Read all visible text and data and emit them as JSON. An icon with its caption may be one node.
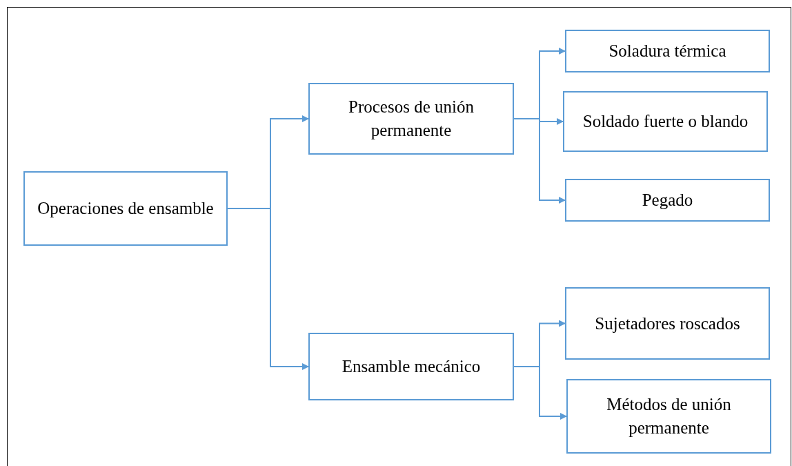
{
  "diagram": {
    "nodes": [
      {
        "text": [
          "Operaciones de ensamble"
        ]
      },
      {
        "text": [
          "Procesos de unión permanente"
        ]
      },
      {
        "text": [
          "Ensamble mecánico"
        ]
      },
      {
        "text": [
          "Soladura térmica"
        ]
      },
      {
        "text": [
          "Soldado fuerte o blando"
        ]
      },
      {
        "text": [
          "Pegado"
        ]
      },
      {
        "text": [
          "Sujetadores roscados"
        ]
      },
      {
        "text": [
          "Métodos de unión permanente"
        ]
      }
    ],
    "edges": [
      {
        "from": 0,
        "to": 1,
        "arrow": "to"
      },
      {
        "from": 0,
        "to": 2,
        "arrow": "to"
      },
      {
        "from": 1,
        "to": 3,
        "arrow": "to"
      },
      {
        "from": 1,
        "to": 4,
        "arrow": "to"
      },
      {
        "from": 1,
        "to": 5,
        "arrow": "to"
      },
      {
        "from": 2,
        "to": 6,
        "arrow": "to"
      },
      {
        "from": 2,
        "to": 7,
        "arrow": "to"
      }
    ]
  }
}
